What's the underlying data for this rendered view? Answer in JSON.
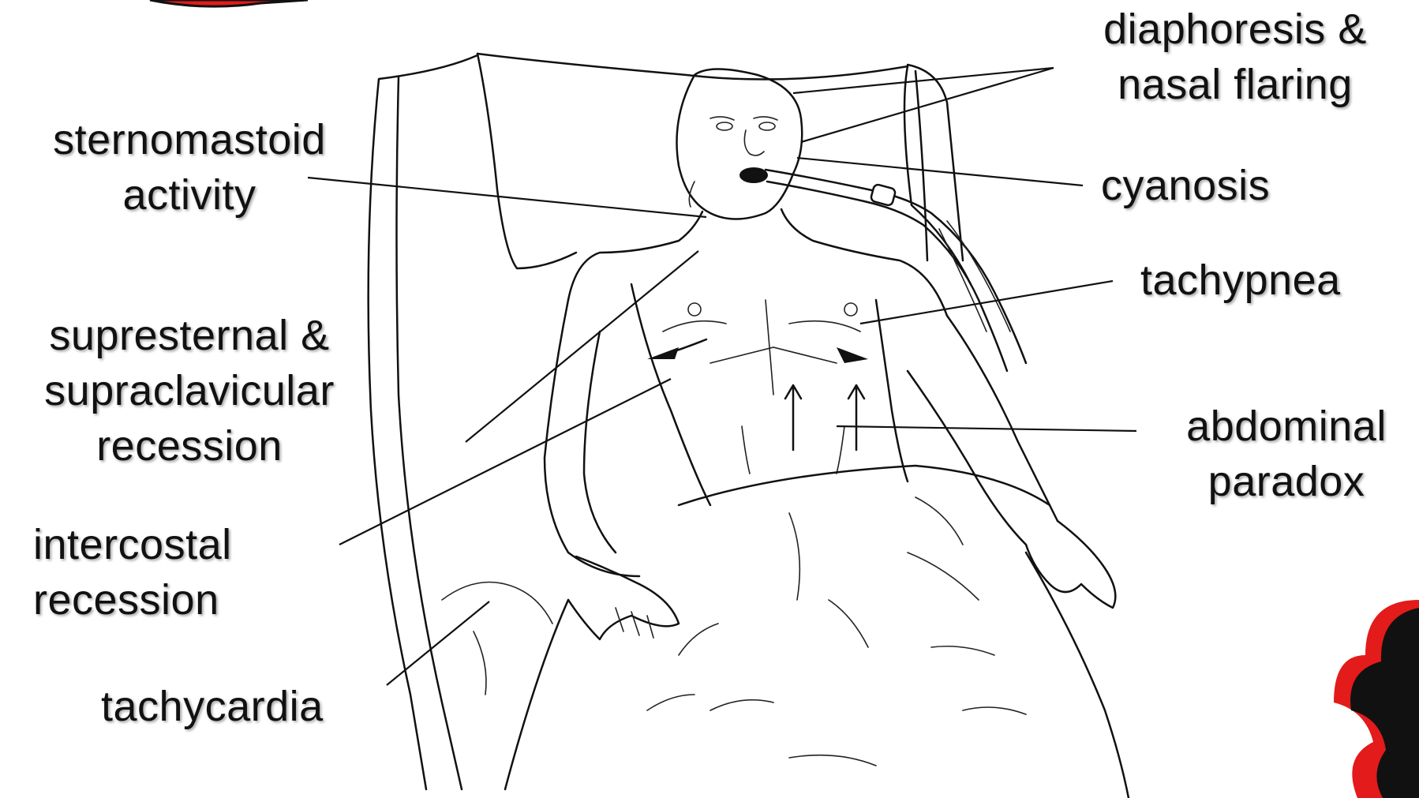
{
  "labels": {
    "sternomastoid": [
      "sternomastoid",
      "activity"
    ],
    "supresternal": [
      "supresternal &",
      "supraclavicular",
      "recession"
    ],
    "intercostal": [
      "intercostal",
      "recession"
    ],
    "tachycardia": [
      "tachycardia"
    ],
    "diaphoresis": [
      "diaphoresis &",
      "nasal flaring"
    ],
    "cyanosis": [
      "cyanosis"
    ],
    "tachypnea": [
      "tachypnea"
    ],
    "abdominal": [
      "abdominal",
      "paradox"
    ]
  },
  "colors": {
    "red_accent": "#e31b1b",
    "ink": "#111111"
  }
}
